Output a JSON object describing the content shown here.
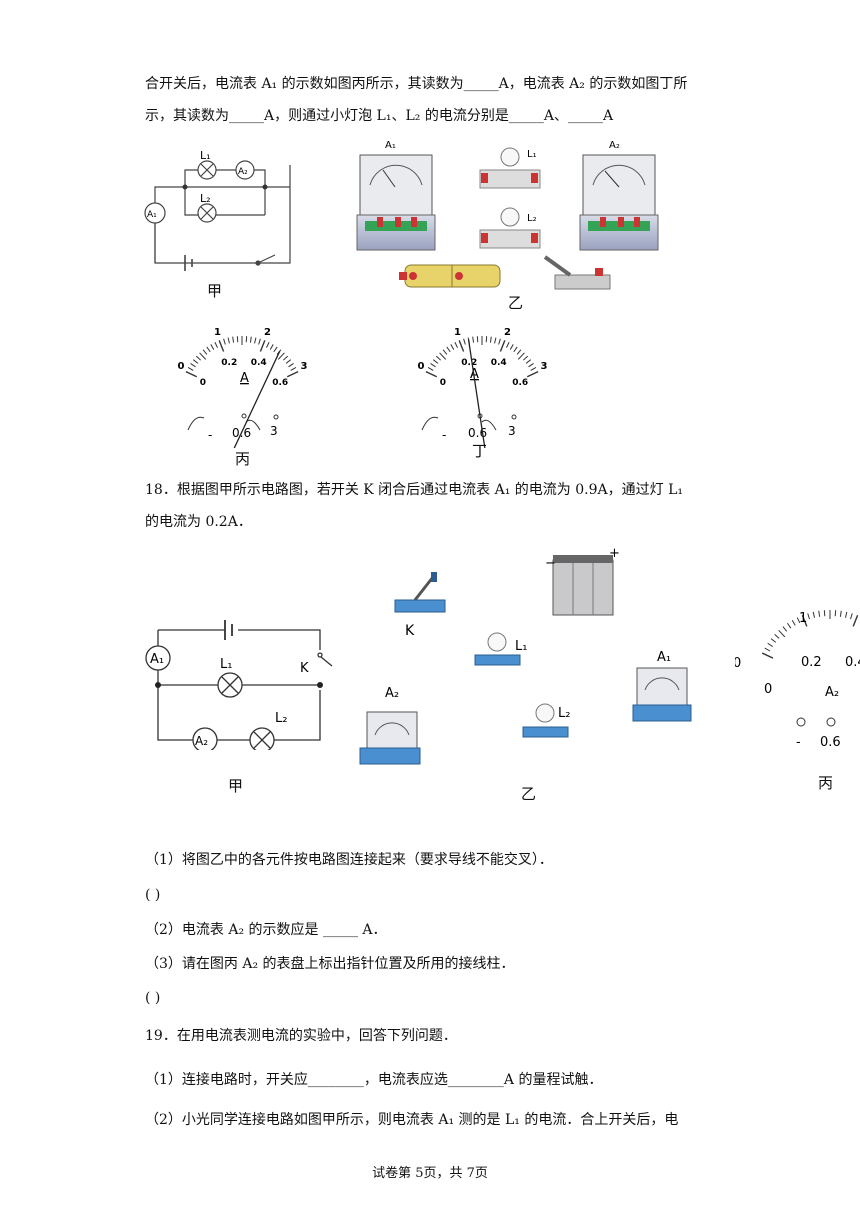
{
  "q17": {
    "line1": "合开关后，电流表 A₁ 的示数如图丙所示，其读数为_____A，电流表 A₂ 的示数如图丁所",
    "line2": "示，其读数为_____A，则通过小灯泡 L₁、L₂ 的电流分别是_____A、_____A",
    "fig_jia": {
      "caption": "甲",
      "labels": [
        "L₁",
        "A₂",
        "L₂",
        "A₁"
      ]
    },
    "fig_yi": {
      "caption": "乙",
      "labels": [
        "A₁",
        "L₁",
        "L₂",
        "A₂"
      ]
    },
    "meter_bing": {
      "caption": "丙",
      "unit": "A",
      "outer_ticks": [
        "0",
        "1",
        "2",
        "3"
      ],
      "inner_ticks": [
        "0",
        "0.2",
        "0.4",
        "0.6"
      ],
      "terminals": [
        "-",
        "0.6",
        "3"
      ],
      "pointer_fraction": 0.8
    },
    "meter_ding": {
      "caption": "丁",
      "unit": "A",
      "outer_ticks": [
        "0",
        "1",
        "2",
        "3"
      ],
      "inner_ticks": [
        "0",
        "0.2",
        "0.4",
        "0.6"
      ],
      "terminals": [
        "-",
        "0.6",
        "3"
      ],
      "pointer_fraction": 0.4
    }
  },
  "q18": {
    "line1": "18．根据图甲所示电路图，若开关 K 闭合后通过电流表 A₁ 的电流为 0.9A，通过灯 L₁",
    "line2": "的电流为 0.2A．",
    "fig_jia": {
      "caption": "甲",
      "labels": [
        "A₁",
        "L₁",
        "K",
        "A₂",
        "L₂"
      ]
    },
    "fig_yi": {
      "caption": "乙",
      "labels": [
        "K",
        "L₁",
        "A₁",
        "A₂",
        "L₂",
        "+",
        "−"
      ]
    },
    "fig_bing": {
      "caption": "丙",
      "ticks": [
        "0",
        "1",
        "0.2",
        "0.4",
        "0"
      ],
      "meter_label": "A₂",
      "terminals": [
        "-",
        "0.6"
      ]
    },
    "sub1": "（1）将图乙中的各元件按电路图连接起来（要求导线不能交叉）．",
    "blank1": "(          )",
    "sub2": "（2）电流表 A₂ 的示数应是 _____ A．",
    "sub3": "（3）请在图丙 A₂ 的表盘上标出指针位置及所用的接线柱．",
    "blank3": "(          )"
  },
  "q19": {
    "line1": "19．在用电流表测电流的实验中，回答下列问题．",
    "sub1": "（1）连接电路时，开关应________，电流表应选________A 的量程试触．",
    "sub2": "（2）小光同学连接电路如图甲所示，则电流表 A₁ 测的是 L₁ 的电流．合上开关后，电"
  },
  "footer": "试卷第 5页，共 7页"
}
